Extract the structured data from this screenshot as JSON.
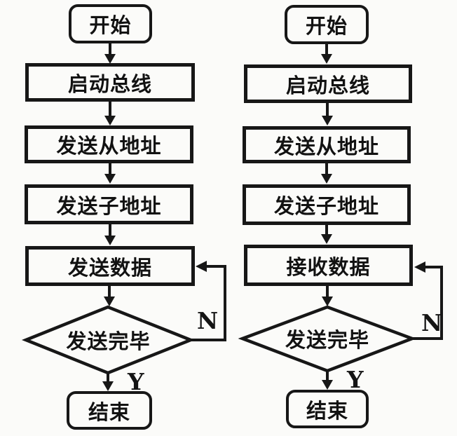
{
  "diagram": {
    "background": "#fbfbf9",
    "ink": "#171717"
  },
  "charts": [
    {
      "id": "send-flow",
      "start": "开始",
      "steps": [
        "启动总线",
        "发送从地址",
        "发送子地址",
        "发送数据"
      ],
      "decision": "发送完毕",
      "no_label": "N",
      "yes_label": "Y",
      "end": "结束"
    },
    {
      "id": "receive-flow",
      "start": "开始",
      "steps": [
        "启动总线",
        "发送从地址",
        "发送子地址",
        "接收数据"
      ],
      "decision": "发送完毕",
      "no_label": "N",
      "yes_label": "Y",
      "end": "结束"
    }
  ]
}
